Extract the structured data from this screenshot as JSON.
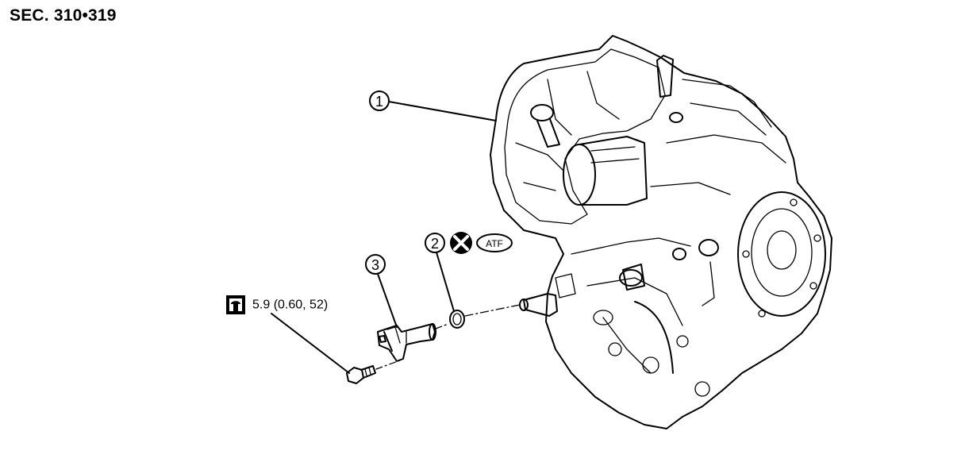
{
  "section_label": "SEC. 310•319",
  "callouts": [
    {
      "number": "1"
    },
    {
      "number": "2"
    },
    {
      "number": "3"
    }
  ],
  "symbols": {
    "do_not_reuse_icon": "circled-x-icon",
    "fluid_label": "ATF",
    "torque_icon": "torque-wrench-icon"
  },
  "torque_spec": "5.9 (0.60, 52)"
}
